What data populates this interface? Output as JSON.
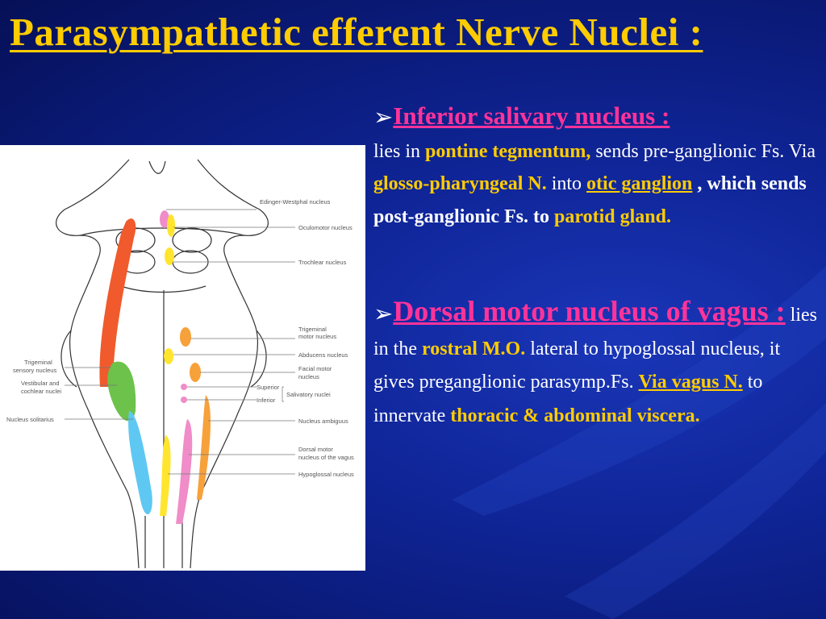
{
  "title": "Parasympathetic efferent Nerve Nuclei :",
  "figure": {
    "labels_right": [
      "Edinger-Westphal nucleus",
      "Oculomotor nucleus",
      "Trochlear nucleus",
      "Trigeminal",
      "motor nucleus",
      "Abducens nucleus",
      "Facial motor",
      "nucleus",
      "Superior",
      "Inferior",
      "Salivatory nuclei",
      "Nucleus ambiguus",
      "Dorsal motor",
      "nucleus of the vagus",
      "Hypoglossal nucleus"
    ],
    "labels_left": [
      "Trigeminal",
      "sensory nucleus",
      "Vestibular and",
      "cochlear nuclei",
      "Nucleus solitarius"
    ],
    "colors": {
      "red": "#f05a2c",
      "green": "#6cc24a",
      "blue": "#5ec8f2",
      "yellow": "#ffe52e",
      "pink": "#f08cc8",
      "orange": "#f7a13a"
    }
  },
  "paragraph1": {
    "bullet": "➢",
    "heading": "Inferior salivary nucleus :",
    "t1": " lies in ",
    "h1": "pontine tegmentum,",
    "t2": " sends pre-ganglionic Fs. Via ",
    "h2": "glosso-pharyngeal N.",
    "t3": " into ",
    "h3": "otic ganglion",
    "t4": " , which sends post-ganglionic Fs. to ",
    "h4": "parotid  gland."
  },
  "paragraph2": {
    "bullet": "➢",
    "heading": "Dorsal motor nucleus of vagus :",
    "t1": " lies in the ",
    "h1": "rostral M.O.",
    "t2": " lateral to hypoglossal nucleus, it gives preganglionic parasymp.Fs. ",
    "h2": "Via vagus N.",
    "t3": " to innervate  ",
    "h3": "thoracic & abdominal viscera."
  }
}
